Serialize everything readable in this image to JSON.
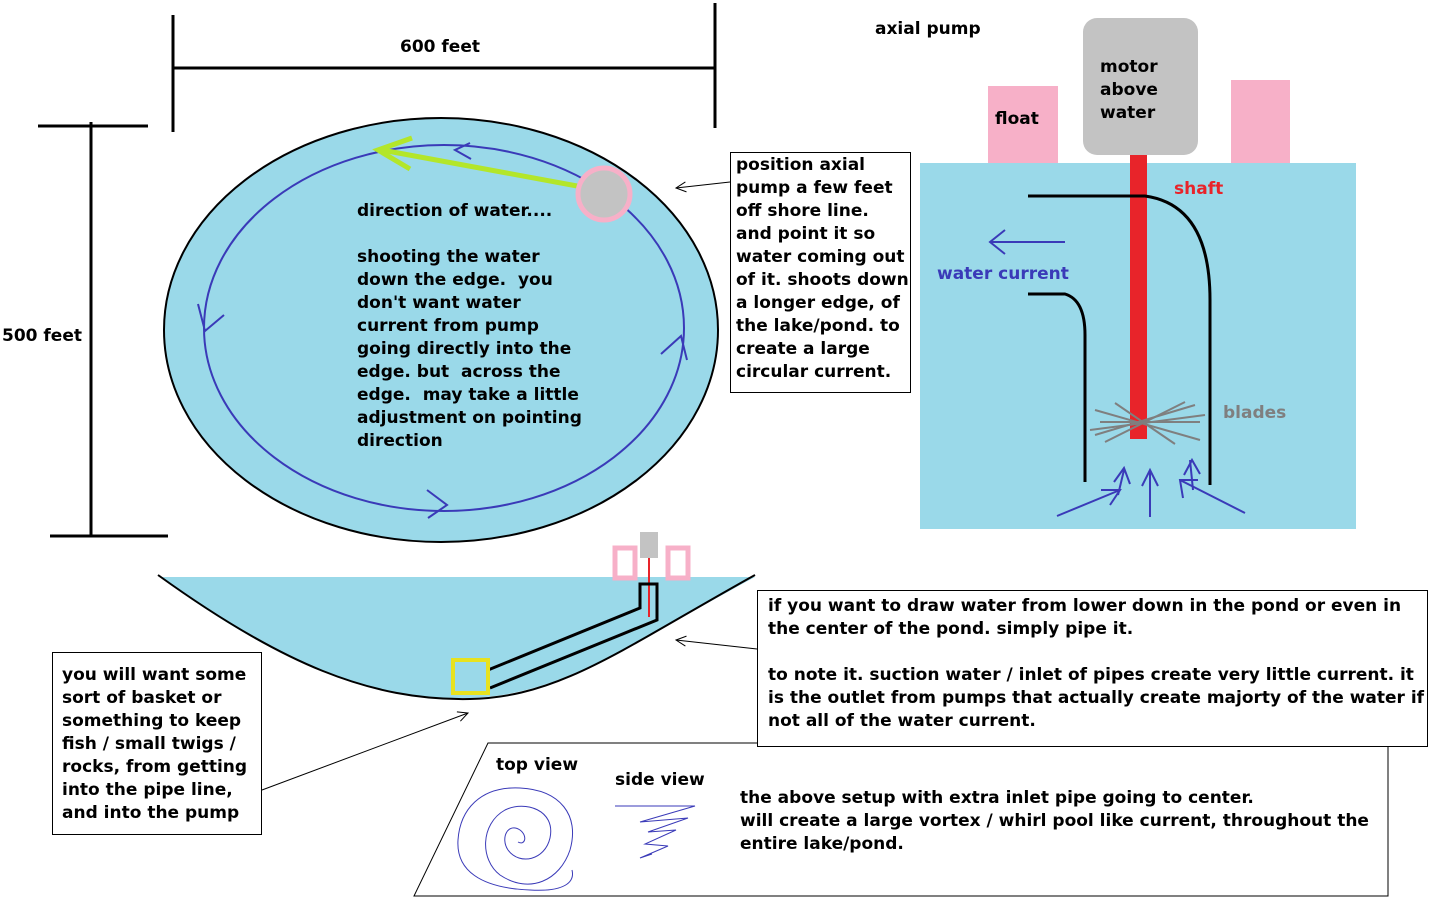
{
  "colors": {
    "water": "#9ad9e9",
    "arrow_blue": "#3a3ab8",
    "shaft_red": "#e8242a",
    "float_pink": "#f7b0c8",
    "motor_gray": "#c3c3c3",
    "jet_green": "#b3e62a",
    "basket_yellow": "#e8e21f",
    "blade_gray": "#7f7f7f"
  },
  "top_view": {
    "width_label": "600 feet",
    "height_label": "500 feet",
    "direction_text": "direction of water....\n\nshooting the water\ndown the edge.  you\ndon't want water\ncurrent from pump\ngoing directly into the\nedge. but  across the\nedge.  may take a little\nadjustment on pointing\ndirection"
  },
  "pump_note": "position axial\npump a few feet\noff shore line.\nand point it so\nwater coming out\nof it. shoots down\na longer edge, of\nthe lake/pond. to\ncreate a large\ncircular current.",
  "pump_diagram": {
    "title": "axial pump",
    "motor_label": "motor\nabove\nwater",
    "float_label": "float",
    "shaft_label": "shaft",
    "current_label": "water current",
    "blades_label": "blades"
  },
  "pipe_note": "if you want to draw water from lower down in the pond or even in\nthe center of the pond. simply pipe it.\n\nto note it. suction water / inlet of pipes create very little current. it\nis the outlet from pumps that actually create majorty of the water if\nnot all of the water current.",
  "basket_note": "you will want some\nsort of basket or\nsomething to keep\nfish / small twigs /\nrocks, from getting\ninto the pipe line,\nand into the pump",
  "vortex": {
    "top_view_label": "top view",
    "side_view_label": "side view",
    "text": "the above setup with extra inlet pipe going to center.\nwill create a large vortex / whirl pool like current, throughout the\nentire lake/pond."
  }
}
